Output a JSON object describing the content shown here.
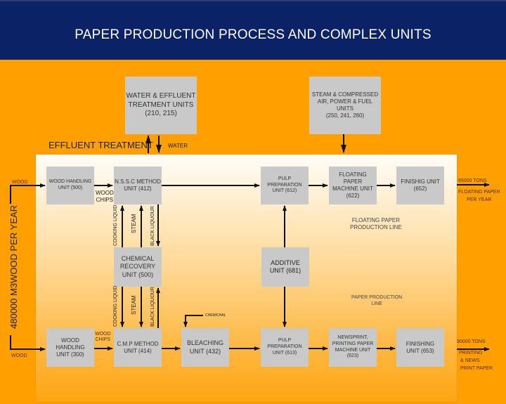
{
  "title": "PAPER PRODUCTION PROCESS AND COMPLEX UNITS",
  "colors": {
    "header_bg": "#0B2266",
    "orange_bg": "#FFA000",
    "box_fill": "#C9C9C9",
    "arrow": "#111111"
  },
  "top_units": {
    "water": {
      "lines": [
        "WATER & EFFLUENT",
        "TREATMENT UNITS",
        "(210, 215)"
      ]
    },
    "steam": {
      "lines": [
        "STEAM & COMPRESSED",
        "AIR, POWER & FUEL UNITS",
        "(250, 241, 260)"
      ]
    }
  },
  "labels": {
    "effluent_treatment": "EFFLUENT TREATMENT",
    "water": "WATER",
    "wood_input_total": "480000 M3WOOD PER YEAR",
    "wood_top": "WOOD",
    "wood_bottom": "WOOD",
    "wood_chips_top": [
      "WOOD",
      "CHIPS"
    ],
    "wood_chips_bottom": [
      "WOOD",
      "CHIPS"
    ],
    "cooking_liquid": "COOKING LIQUID",
    "steam": "STEAM",
    "black_liquour": "BLACK LIQUOUR",
    "chemical": "CHEMICHAL",
    "floating_line": [
      "FLOATING PAPER",
      "PRODUCTION LINE"
    ],
    "paper_line": [
      "PAPER PRODUCTION",
      "LINE"
    ],
    "output_floating": [
      "65000 TONS",
      "FLOATING PAPER",
      "PER YEAR"
    ],
    "output_printing": [
      "90000 TONS",
      "PRINTING",
      "& NEWS",
      "PRINT PAPER"
    ]
  },
  "floating_line_units": [
    {
      "id": "wood-handling-500",
      "lines": [
        "WOOD HANDLING",
        "UNIT (500)"
      ]
    },
    {
      "id": "nssc-412",
      "lines": [
        "N.S.S.C METHOD",
        "UNIT (412)"
      ]
    },
    {
      "id": "pulp-prep-612",
      "lines": [
        "PULP PREPARATION",
        "UNIT (612)"
      ]
    },
    {
      "id": "floating-machine-622",
      "lines": [
        "FLOATING PAPER",
        "MACHINE UNIT",
        "(622)"
      ]
    },
    {
      "id": "finishing-652",
      "lines": [
        "FINISHIG UNIT",
        "(652)"
      ]
    }
  ],
  "middle_units": [
    {
      "id": "chemical-recovery-500",
      "lines": [
        "CHEMICAL",
        "RECOVERY",
        "UNIT (500)"
      ]
    },
    {
      "id": "additive-681",
      "lines": [
        "ADDITIVE",
        "UNIT (681)"
      ]
    }
  ],
  "paper_line_units": [
    {
      "id": "wood-handling-300",
      "lines": [
        "WOOD HANDLING",
        "UNIT (300)"
      ]
    },
    {
      "id": "cmp-414",
      "lines": [
        "C.M.P METHOD",
        "UNIT (414)"
      ]
    },
    {
      "id": "bleaching-432",
      "lines": [
        "BLEACHING",
        "UNIT (432)"
      ]
    },
    {
      "id": "pulp-prep-613",
      "lines": [
        "PULP PREPARATION",
        "UNIT (613)"
      ]
    },
    {
      "id": "newsprint-machine-623",
      "lines": [
        "NEWSPRINT,",
        "PRINTING PAPER",
        "MACHINE UNIT",
        "(623)"
      ]
    },
    {
      "id": "finishing-653",
      "lines": [
        "FINISHING",
        "UNIT (653)"
      ]
    }
  ]
}
